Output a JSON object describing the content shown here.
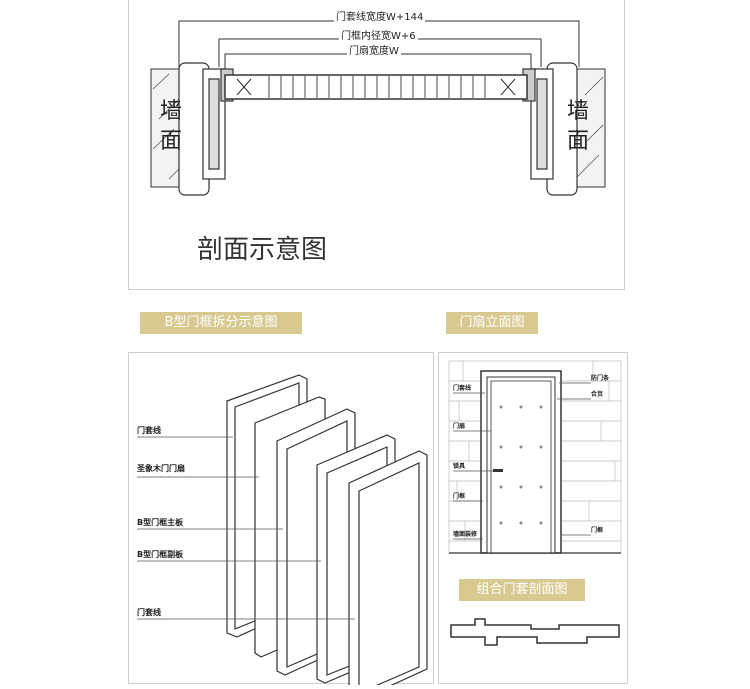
{
  "section_view": {
    "dim_outer": "门套线宽度W+144",
    "dim_middle": "门框内径宽W+6",
    "dim_inner": "门扇宽度W",
    "wall_left": "墙面",
    "wall_right": "墙面",
    "title": "剖面示意图"
  },
  "frame_breakdown": {
    "tag": "B型门框拆分示意图",
    "labels": [
      "门套线",
      "圣象木门门扇",
      "B型门框主板",
      "B型门框副板",
      "门套线"
    ]
  },
  "elevation": {
    "tag": "门扇立面图",
    "labels_left": [
      "门套线",
      "门扇",
      "锁具",
      "门框",
      "墙面装修"
    ],
    "labels_right": [
      "防门条",
      "合页",
      "门框"
    ]
  },
  "combo": {
    "tag": "组合门套剖面图"
  },
  "colors": {
    "tag_bg": "#d8c991",
    "line": "#333333",
    "panel_border": "#cfcfcf"
  }
}
